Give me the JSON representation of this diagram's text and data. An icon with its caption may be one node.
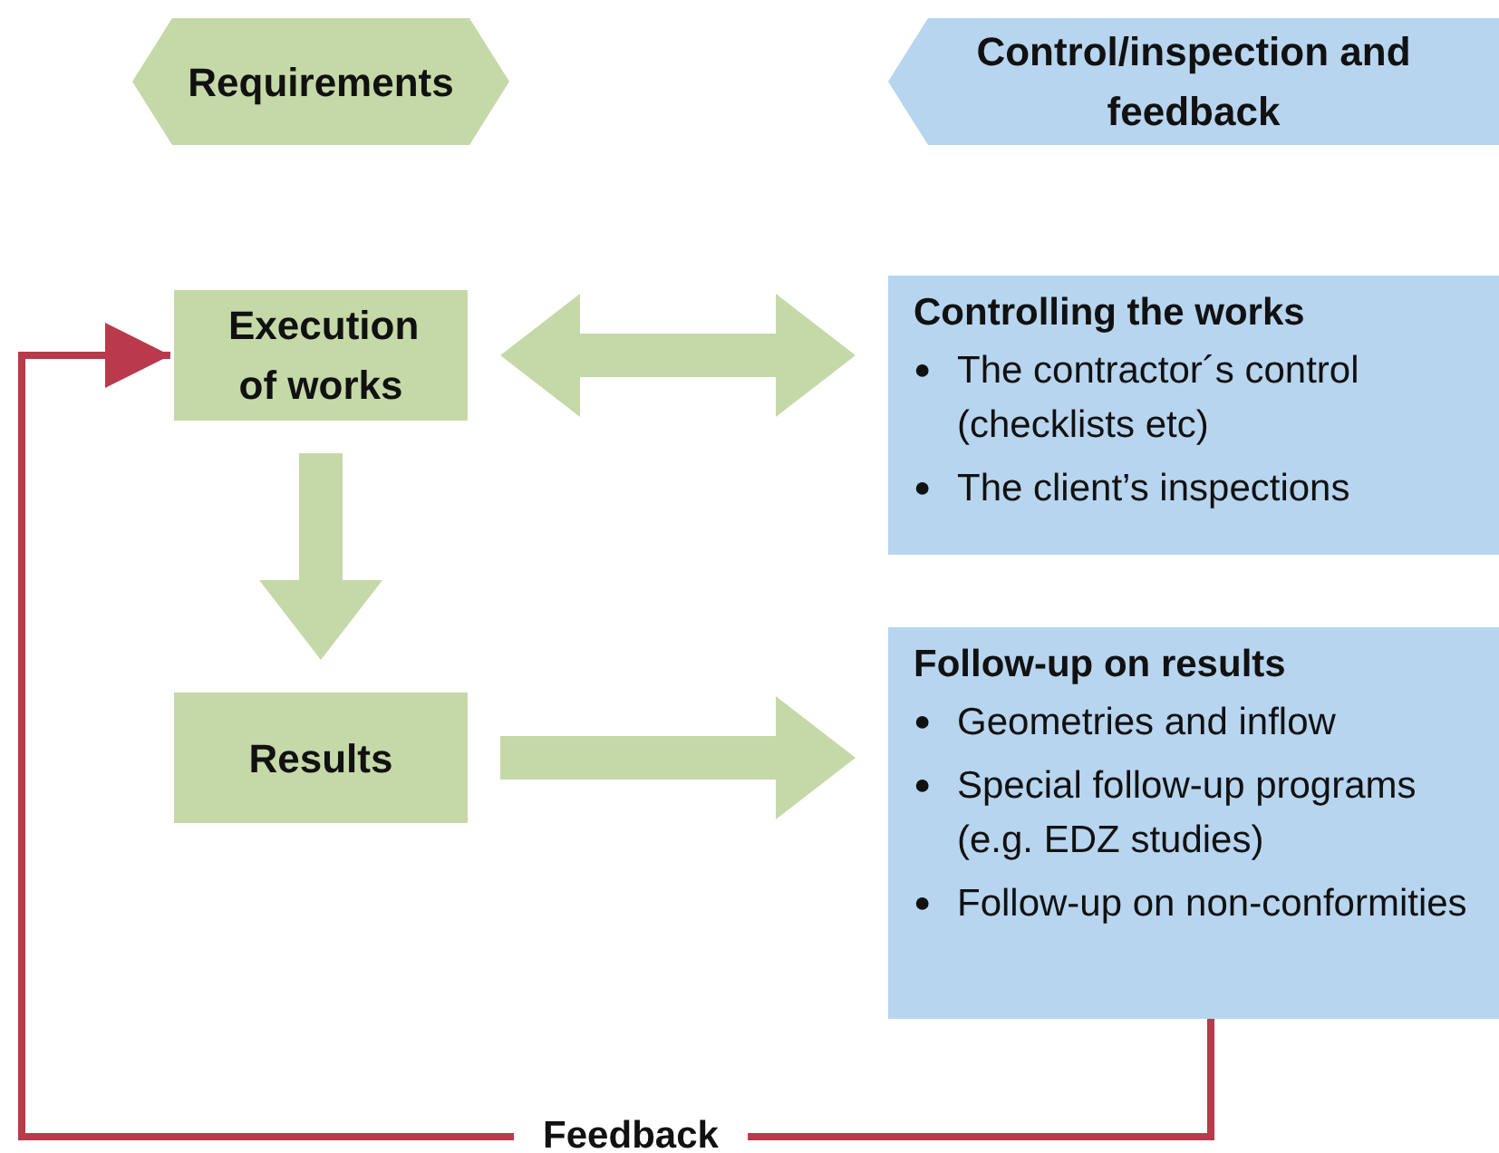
{
  "diagram": {
    "nodes": [
      {
        "text": [
          "Requirements"
        ]
      },
      {
        "text": [
          "Control/inspection and feedback"
        ]
      },
      {
        "text": [
          "Execution of works"
        ]
      },
      {
        "text": [
          "Controlling the works",
          "The contractor´s control (checklists etc)",
          "The client’s inspections"
        ]
      },
      {
        "text": [
          "Results"
        ]
      },
      {
        "text": [
          "Follow-up on results",
          "Geometries and inflow",
          "Special follow-up programs (e.g. EDZ studies)",
          "Follow-up on non-conformities"
        ]
      }
    ],
    "edges": [
      {
        "from": 2,
        "to": 3,
        "arrow": "both",
        "style": "thick",
        "color": "#c5d9a8"
      },
      {
        "from": 2,
        "to": 4,
        "arrow": "to",
        "style": "thick",
        "color": "#c5d9a8"
      },
      {
        "from": 4,
        "to": 5,
        "arrow": "to",
        "style": "thick",
        "color": "#c5d9a8"
      },
      {
        "from": 5,
        "to": 2,
        "arrow": "to",
        "label": "Feedback",
        "color": "#b83a4b"
      }
    ],
    "labels": [
      "●",
      "●",
      "●",
      "●",
      "●"
    ]
  }
}
